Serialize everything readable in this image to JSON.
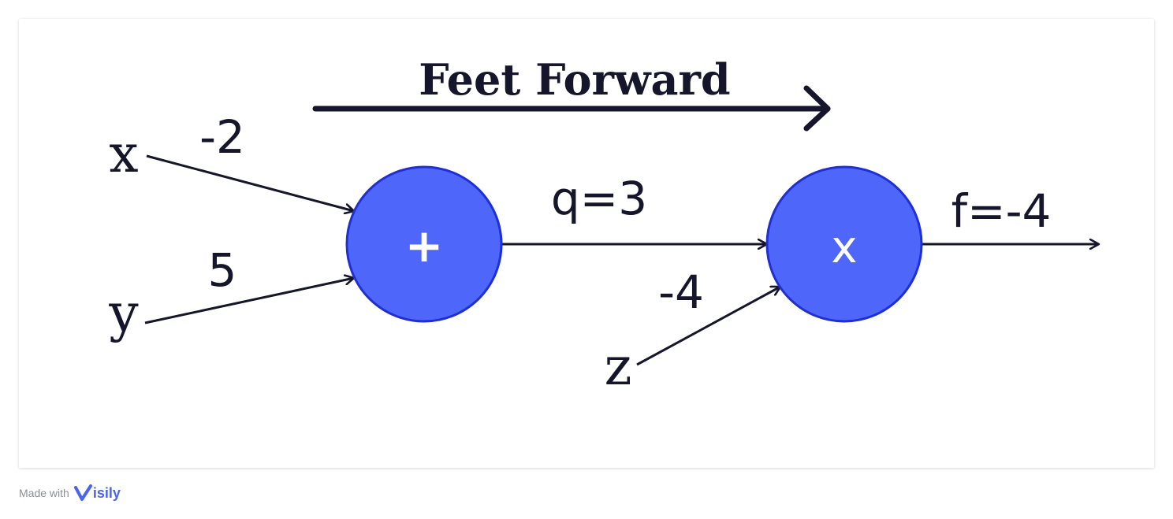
{
  "diagram": {
    "title": "Feet Forward",
    "inputs": {
      "x": {
        "label": "x",
        "value": "-2"
      },
      "y": {
        "label": "y",
        "value": "5"
      },
      "z": {
        "label": "z",
        "value": "-4"
      }
    },
    "nodes": {
      "add": {
        "op": "+"
      },
      "multiply": {
        "op": "x"
      }
    },
    "edges": {
      "q": "q=3",
      "f": "f=-4"
    },
    "colors": {
      "node_fill": "#4f66fb",
      "node_stroke": "#1f2fd6",
      "line": "#15152b"
    }
  },
  "footer": {
    "made_with": "Made with",
    "brand_initial": "V",
    "brand_rest": "isily"
  }
}
